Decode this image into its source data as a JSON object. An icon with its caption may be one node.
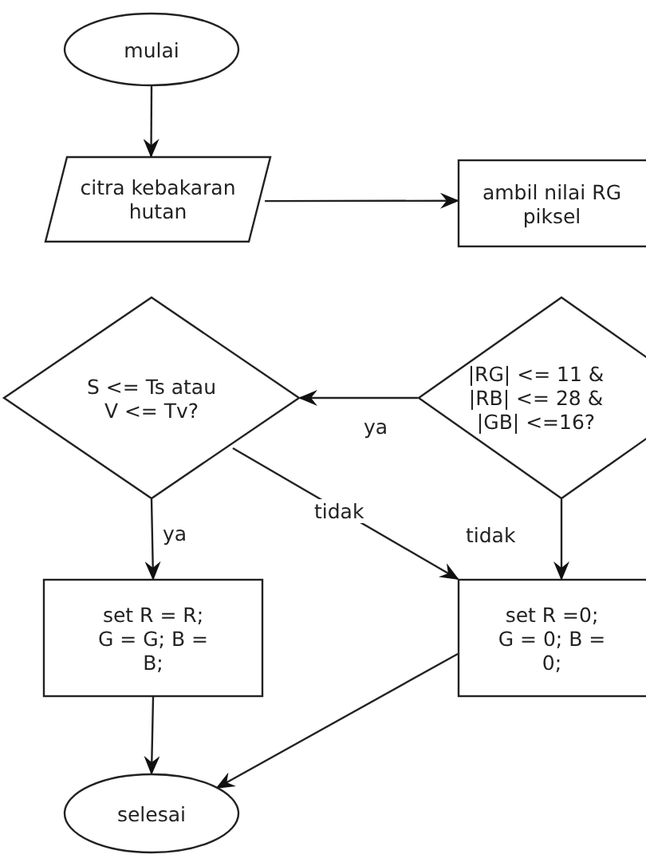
{
  "diagram": {
    "nodes": [
      {
        "text": [
          "mulai"
        ]
      },
      {
        "text": [
          "citra kebakaran hutan"
        ]
      },
      {
        "text": [
          "ambil nilai RG piksel"
        ]
      },
      {
        "text": [
          "|RG| <= 11 & |RB| <= 28 & |GB| <=16?"
        ]
      },
      {
        "text": [
          "S <= Ts atau V <= Tv?"
        ]
      },
      {
        "text": [
          "set R = R; G = G; B = B;"
        ]
      },
      {
        "text": [
          "set R =0; G = 0; B = 0;"
        ]
      },
      {
        "text": [
          "selesai"
        ]
      }
    ],
    "edges": [
      {
        "from": 0,
        "to": 1,
        "arrow": "to"
      },
      {
        "from": 1,
        "to": 2,
        "arrow": "to"
      },
      {
        "from": 3,
        "to": 4,
        "arrow": "to",
        "label": "ya"
      },
      {
        "from": 3,
        "to": 6,
        "arrow": "to",
        "label": "tidak"
      },
      {
        "from": 4,
        "to": 5,
        "arrow": "to",
        "label": "ya"
      },
      {
        "from": 4,
        "to": 6,
        "arrow": "to",
        "label": "tidak"
      },
      {
        "from": 5,
        "to": 7,
        "arrow": "to"
      },
      {
        "from": 6,
        "to": 7,
        "arrow": "to"
      }
    ]
  }
}
